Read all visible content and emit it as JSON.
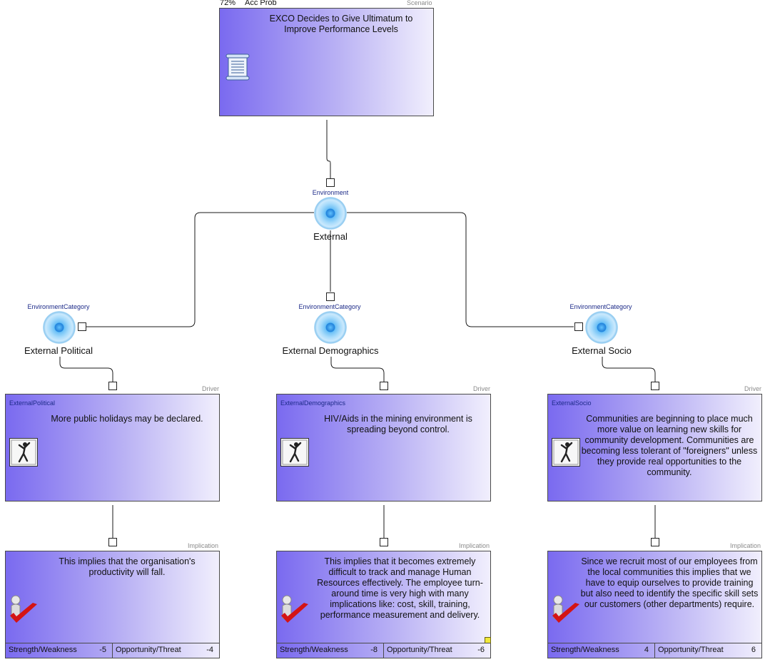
{
  "scenario": {
    "percent": "72%",
    "acc_label": "Acc Prob",
    "type": "Scenario",
    "title": "EXCO Decides to Give Ultimatum to Improve Performance Levels",
    "icon": "scroll-icon"
  },
  "environment": {
    "tag": "Environment",
    "label": "External"
  },
  "categories": [
    {
      "tag": "EnvironmentCategory",
      "label": "External Political"
    },
    {
      "tag": "EnvironmentCategory",
      "label": "External Demographics"
    },
    {
      "tag": "EnvironmentCategory",
      "label": "External Socio"
    }
  ],
  "drivers": [
    {
      "type": "Driver",
      "tag": "ExternalPolitical",
      "text": "More public holidays may be declared.",
      "icon": "golfer-icon"
    },
    {
      "type": "Driver",
      "tag": "ExternalDemographics",
      "text": "HIV/Aids in the mining environment is spreading beyond control.",
      "icon": "golfer-icon"
    },
    {
      "type": "Driver",
      "tag": "ExternalSocio",
      "text": "Communities are beginning to place much more value on learning new skills for community development. Communities are becoming less tolerant of \"foreigners\" unless they provide real opportunities to the community.",
      "icon": "golfer-icon"
    }
  ],
  "implications": [
    {
      "type": "Implication",
      "text": "This implies that the organisation's productivity will fall.",
      "sw_label": "Strength/Weakness",
      "sw": "-5",
      "ot_label": "Opportunity/Threat",
      "ot": "-4",
      "icon": "figure-with-checkmark-icon"
    },
    {
      "type": "Implication",
      "text": "This implies that it becomes extremely difficult to track and manage Human Resources effectively. The employee turn-around time is very high with many implications like: cost, skill, training, performance measurement and delivery.",
      "sw_label": "Strength/Weakness",
      "sw": "-8",
      "ot_label": "Opportunity/Threat",
      "ot": "-6",
      "icon": "figure-with-checkmark-icon"
    },
    {
      "type": "Implication",
      "text": "Since we recruit most of our employees from the local communities this implies that we have to equip ourselves to provide training but also need to identify the specific skill sets our customers (other departments) require.",
      "sw_label": "Strength/Weakness",
      "sw": "4",
      "ot_label": "Opportunity/Threat",
      "ot": "6",
      "icon": "figure-with-checkmark-icon"
    }
  ]
}
